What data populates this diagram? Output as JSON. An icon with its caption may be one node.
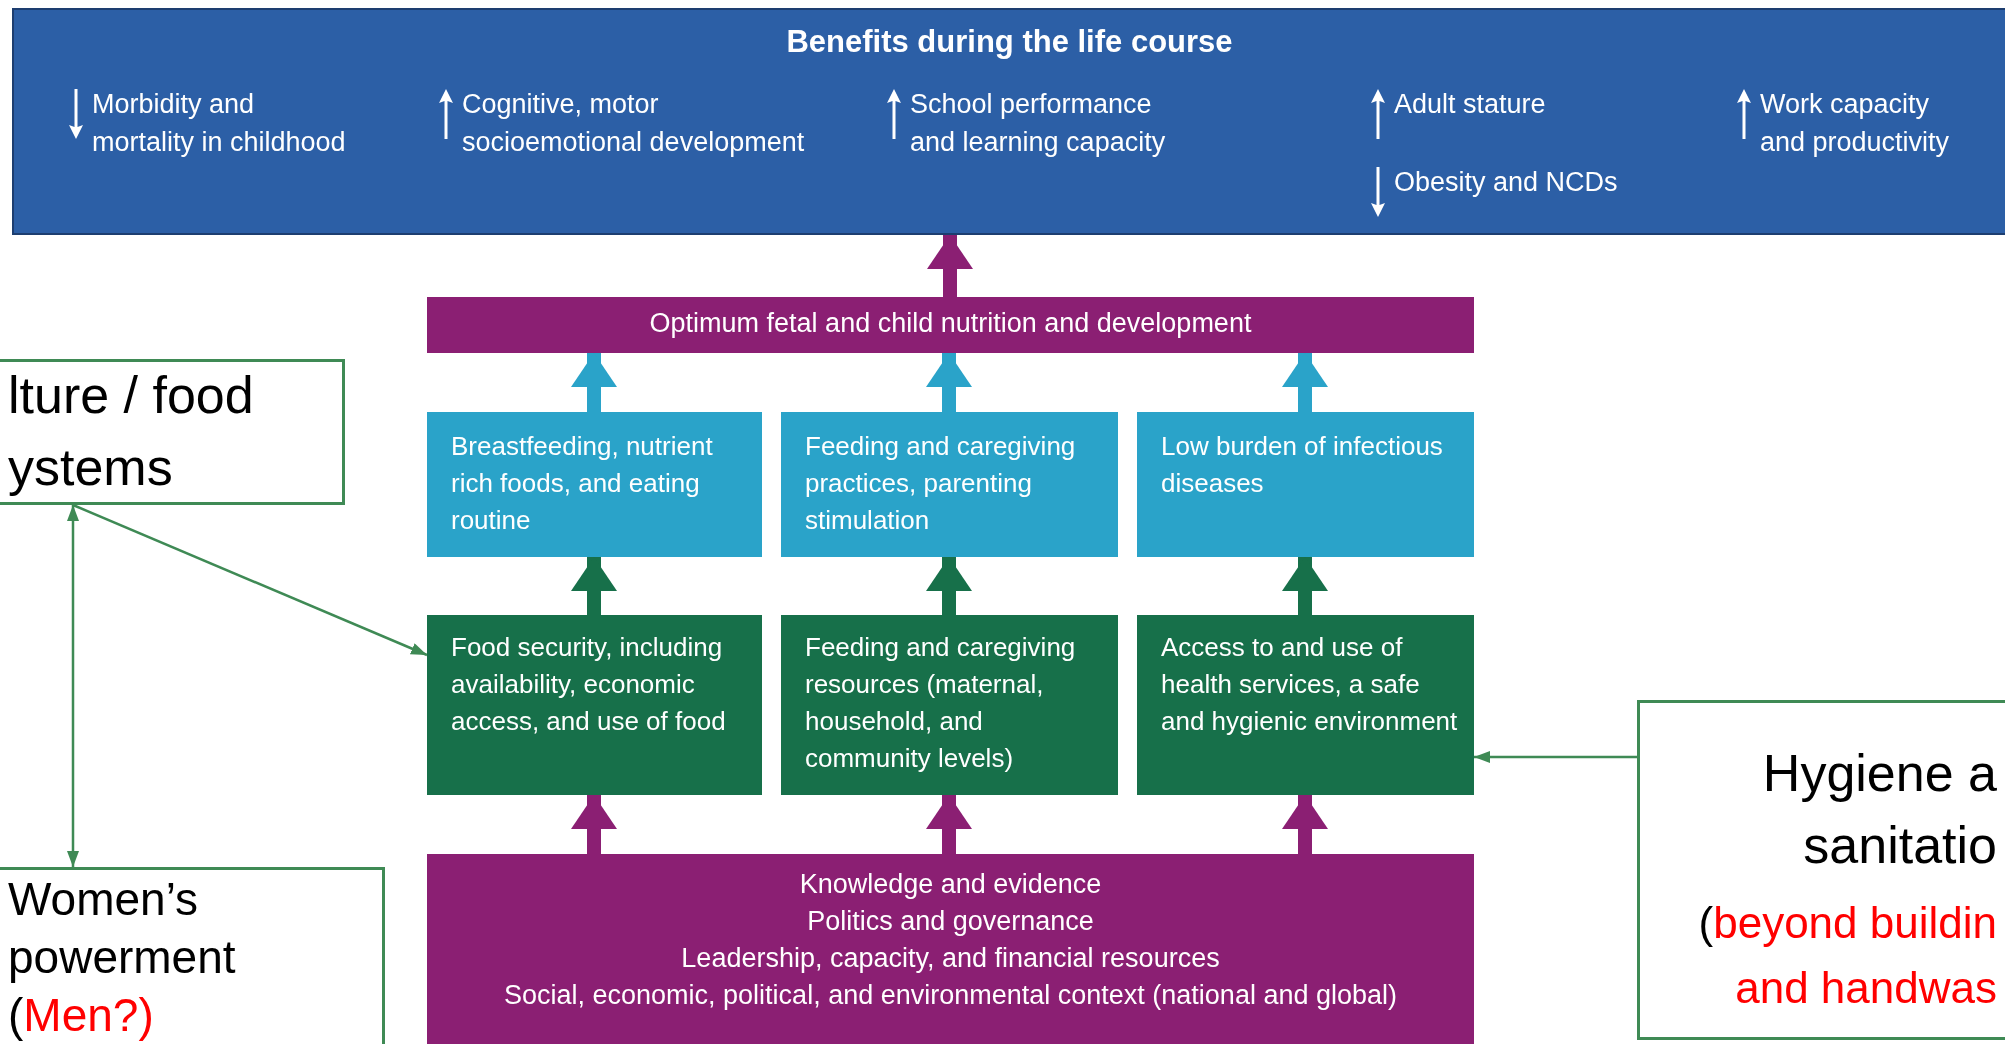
{
  "diagram": {
    "nodes": [
      {
        "text": [
          "Benefits during the life course",
          "Morbidity and mortality in childhood",
          "Cognitive, motor socioemotional development",
          "School performance and learning capacity",
          "Adult stature",
          "Obesity and NCDs",
          "Work capacity and productivity"
        ]
      },
      {
        "text": [
          "Optimum fetal and child nutrition and development"
        ]
      },
      {
        "text": [
          "Breastfeeding, nutrient rich foods, and eating routine"
        ]
      },
      {
        "text": [
          "Feeding and caregiving practices, parenting stimulation"
        ]
      },
      {
        "text": [
          "Low burden of infectious diseases"
        ]
      },
      {
        "text": [
          "Food security, including availability, economic access, and use of food"
        ]
      },
      {
        "text": [
          "Feeding and caregiving resources (maternal, household, and community levels)"
        ]
      },
      {
        "text": [
          "Access to and use of health services, a safe and hygienic environment"
        ]
      },
      {
        "text": [
          "Knowledge and evidence",
          "Politics and governance",
          "Leadership, capacity, and financial resources",
          "Social, economic, political, and environmental context (national and global)"
        ]
      },
      {
        "text": [
          "lture / food",
          "ystems"
        ]
      },
      {
        "text": [
          "Women’s",
          "powerment",
          "(Men?)"
        ]
      },
      {
        "text": [
          "Hygiene a",
          "sanitatio",
          "(beyond buildin",
          "and handwas"
        ]
      }
    ],
    "edges": [
      {
        "from": 1,
        "to": 0,
        "arrow": "to",
        "color": "#8b1f73"
      },
      {
        "from": 2,
        "to": 1,
        "arrow": "to",
        "color": "#2aa3c9"
      },
      {
        "from": 3,
        "to": 1,
        "arrow": "to",
        "color": "#2aa3c9"
      },
      {
        "from": 4,
        "to": 1,
        "arrow": "to",
        "color": "#2aa3c9"
      },
      {
        "from": 5,
        "to": 2,
        "arrow": "to",
        "color": "#17704a"
      },
      {
        "from": 6,
        "to": 3,
        "arrow": "to",
        "color": "#17704a"
      },
      {
        "from": 7,
        "to": 4,
        "arrow": "to",
        "color": "#17704a"
      },
      {
        "from": 8,
        "to": 5,
        "arrow": "to",
        "color": "#8b1f73"
      },
      {
        "from": 8,
        "to": 6,
        "arrow": "to",
        "color": "#8b1f73"
      },
      {
        "from": 8,
        "to": 7,
        "arrow": "to",
        "color": "#8b1f73"
      },
      {
        "from": 9,
        "to": 10,
        "arrow": "both",
        "color": "#3f8a55"
      },
      {
        "from": 9,
        "to": 5,
        "arrow": "to",
        "color": "#3f8a55"
      },
      {
        "from": 11,
        "to": 7,
        "arrow": "to",
        "color": "#3f8a55"
      }
    ]
  }
}
